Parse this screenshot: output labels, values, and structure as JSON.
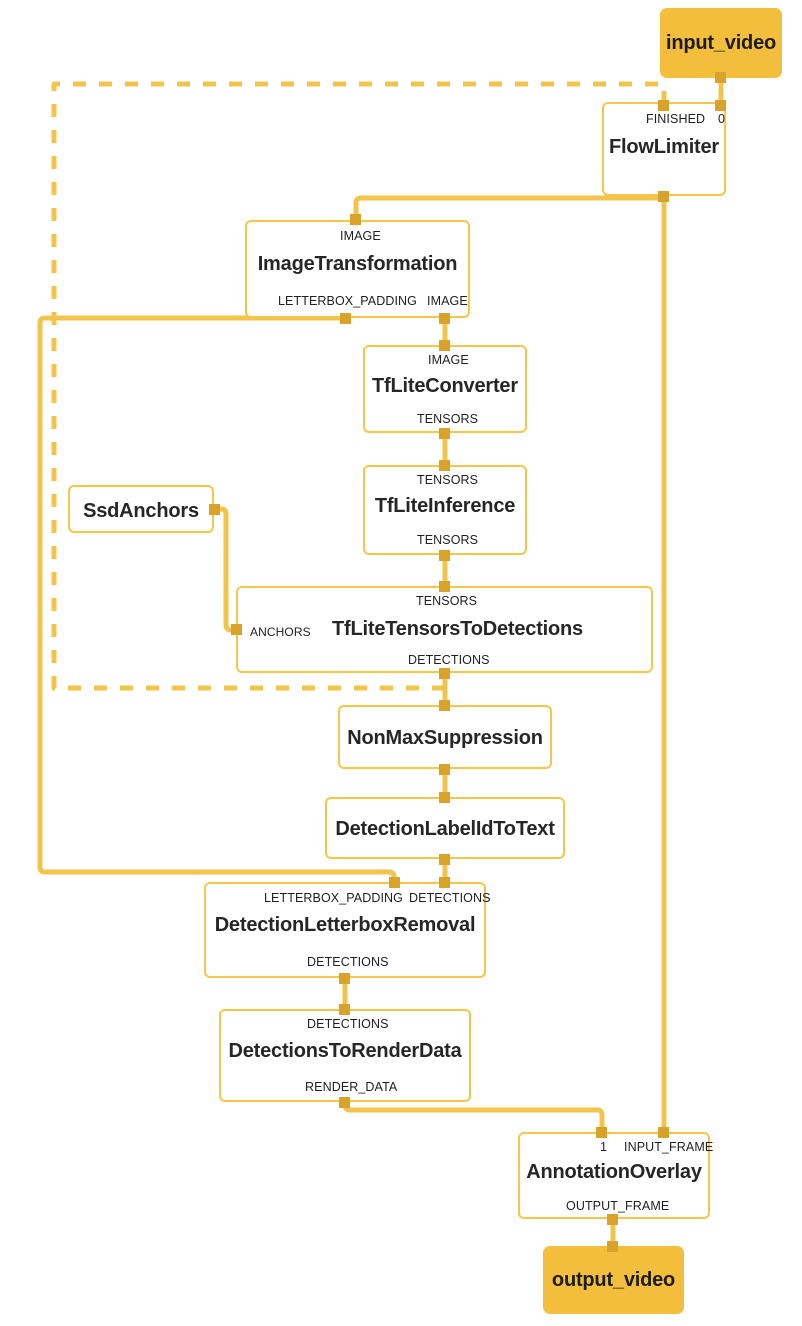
{
  "diagram": {
    "title": "MediaPipe object detection graph",
    "colors": {
      "edge": "#f3c44b",
      "node_border": "#f5c648",
      "io_fill": "#f2be3c",
      "port_dot": "#d9a22b",
      "text": "#1f1f1f",
      "background": "#ffffff"
    }
  },
  "nodes": [
    {
      "id": "input_video",
      "name": "input_video",
      "type": "io",
      "ports": {
        "out": []
      },
      "inputs": [],
      "outputs": []
    },
    {
      "id": "flow_limiter",
      "name": "FlowLimiter",
      "type": "calculator",
      "inputs": [
        "FINISHED",
        "0"
      ],
      "outputs": [
        ""
      ]
    },
    {
      "id": "image_transformation",
      "name": "ImageTransformation",
      "type": "calculator",
      "inputs": [
        "IMAGE"
      ],
      "outputs": [
        "LETTERBOX_PADDING",
        "IMAGE"
      ]
    },
    {
      "id": "tflite_converter",
      "name": "TfLiteConverter",
      "type": "calculator",
      "inputs": [
        "IMAGE"
      ],
      "outputs": [
        "TENSORS"
      ]
    },
    {
      "id": "tflite_inference",
      "name": "TfLiteInference",
      "type": "calculator",
      "inputs": [
        "TENSORS"
      ],
      "outputs": [
        "TENSORS"
      ]
    },
    {
      "id": "ssd_anchors",
      "name": "SsdAnchors",
      "type": "calculator",
      "inputs": [],
      "outputs": [
        ""
      ]
    },
    {
      "id": "tflite_tensors_to_detections",
      "name": "TfLiteTensorsToDetections",
      "type": "calculator",
      "inputs": [
        "TENSORS",
        "ANCHORS"
      ],
      "outputs": [
        "DETECTIONS"
      ]
    },
    {
      "id": "non_max_suppression",
      "name": "NonMaxSuppression",
      "type": "calculator",
      "inputs": [
        ""
      ],
      "outputs": [
        ""
      ]
    },
    {
      "id": "detection_label_id_to_text",
      "name": "DetectionLabelIdToText",
      "type": "calculator",
      "inputs": [
        ""
      ],
      "outputs": [
        ""
      ]
    },
    {
      "id": "detection_letterbox_removal",
      "name": "DetectionLetterboxRemoval",
      "type": "calculator",
      "inputs": [
        "LETTERBOX_PADDING",
        "DETECTIONS"
      ],
      "outputs": [
        "DETECTIONS"
      ]
    },
    {
      "id": "detections_to_render_data",
      "name": "DetectionsToRenderData",
      "type": "calculator",
      "inputs": [
        "DETECTIONS"
      ],
      "outputs": [
        "RENDER_DATA"
      ]
    },
    {
      "id": "annotation_overlay",
      "name": "AnnotationOverlay",
      "type": "calculator",
      "inputs": [
        "1",
        "INPUT_FRAME"
      ],
      "outputs": [
        "OUTPUT_FRAME"
      ]
    },
    {
      "id": "output_video",
      "name": "output_video",
      "type": "io",
      "inputs": [],
      "outputs": []
    }
  ],
  "labels": {
    "input_video": "input_video",
    "flow_limiter": "FlowLimiter",
    "flow_limiter_in_finished": "FINISHED",
    "flow_limiter_in_0": "0",
    "image_transformation": "ImageTransformation",
    "image_transformation_in_image": "IMAGE",
    "image_transformation_out_letterbox": "LETTERBOX_PADDING",
    "image_transformation_out_image": "IMAGE",
    "tflite_converter": "TfLiteConverter",
    "tflite_converter_in_image": "IMAGE",
    "tflite_converter_out_tensors": "TENSORS",
    "tflite_inference": "TfLiteInference",
    "tflite_inference_in_tensors": "TENSORS",
    "tflite_inference_out_tensors": "TENSORS",
    "ssd_anchors": "SsdAnchors",
    "tflite_tensors_to_detections": "TfLiteTensorsToDetections",
    "ttd_in_tensors": "TENSORS",
    "ttd_in_anchors": "ANCHORS",
    "ttd_out_detections": "DETECTIONS",
    "non_max_suppression": "NonMaxSuppression",
    "detection_label_id_to_text": "DetectionLabelIdToText",
    "detection_letterbox_removal": "DetectionLetterboxRemoval",
    "dlr_in_letterbox": "LETTERBOX_PADDING",
    "dlr_in_detections": "DETECTIONS",
    "dlr_out_detections": "DETECTIONS",
    "detections_to_render_data": "DetectionsToRenderData",
    "dtrd_in_detections": "DETECTIONS",
    "dtrd_out_render_data": "RENDER_DATA",
    "annotation_overlay": "AnnotationOverlay",
    "ao_in_1": "1",
    "ao_in_input_frame": "INPUT_FRAME",
    "ao_out_output_frame": "OUTPUT_FRAME",
    "output_video": "output_video"
  },
  "edges": [
    {
      "id": "input-to-flowlimiter",
      "from": "input_video",
      "to": "flow_limiter:0",
      "style": "solid"
    },
    {
      "id": "nms-finished-feedback",
      "from": "tflite_tensors_to_detections:DETECTIONS",
      "to": "flow_limiter:FINISHED",
      "style": "dashed"
    },
    {
      "id": "flowlimiter-to-imagetransformation",
      "from": "flow_limiter",
      "to": "image_transformation:IMAGE",
      "style": "solid"
    },
    {
      "id": "flowlimiter-to-annotationoverlay",
      "from": "flow_limiter",
      "to": "annotation_overlay:INPUT_FRAME",
      "style": "solid"
    },
    {
      "id": "imagetransformation-to-tfliteconverter",
      "from": "image_transformation:IMAGE",
      "to": "tflite_converter:IMAGE",
      "style": "solid"
    },
    {
      "id": "letterbox-to-detectionletterboxremoval",
      "from": "image_transformation:LETTERBOX_PADDING",
      "to": "detection_letterbox_removal:LETTERBOX_PADDING",
      "style": "solid"
    },
    {
      "id": "tfliteconverter-to-tfliteinference",
      "from": "tflite_converter:TENSORS",
      "to": "tflite_inference:TENSORS",
      "style": "solid"
    },
    {
      "id": "tfliteinference-to-tensorstodetections",
      "from": "tflite_inference:TENSORS",
      "to": "tflite_tensors_to_detections:TENSORS",
      "style": "solid"
    },
    {
      "id": "ssdanchors-to-tensorstodetections",
      "from": "ssd_anchors",
      "to": "tflite_tensors_to_detections:ANCHORS",
      "style": "solid"
    },
    {
      "id": "tensorstodetections-to-nms",
      "from": "tflite_tensors_to_detections:DETECTIONS",
      "to": "non_max_suppression",
      "style": "solid"
    },
    {
      "id": "nms-to-labelidtotext",
      "from": "non_max_suppression",
      "to": "detection_label_id_to_text",
      "style": "solid"
    },
    {
      "id": "labelidtotext-to-letterboxremoval",
      "from": "detection_label_id_to_text",
      "to": "detection_letterbox_removal:DETECTIONS",
      "style": "solid"
    },
    {
      "id": "letterboxremoval-to-rendererdata",
      "from": "detection_letterbox_removal:DETECTIONS",
      "to": "detections_to_render_data:DETECTIONS",
      "style": "solid"
    },
    {
      "id": "renderdata-to-annotationoverlay",
      "from": "detections_to_render_data:RENDER_DATA",
      "to": "annotation_overlay:1",
      "style": "solid"
    },
    {
      "id": "annotationoverlay-to-outputvideo",
      "from": "annotation_overlay:OUTPUT_FRAME",
      "to": "output_video",
      "style": "solid"
    }
  ]
}
